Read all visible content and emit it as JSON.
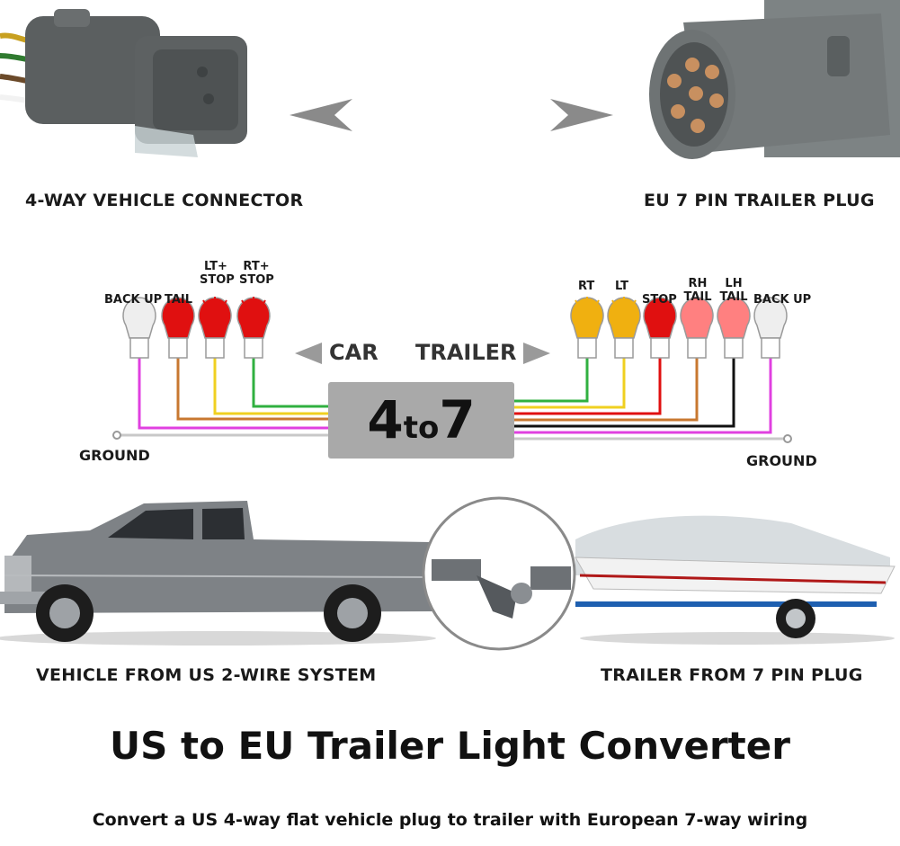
{
  "top": {
    "vehicle_connector_caption": "4-WAY VEHICLE CONNECTOR",
    "trailer_plug_caption": "EU 7 PIN TRAILER PLUG"
  },
  "wiring": {
    "car_lights": [
      {
        "label": "BACK UP",
        "color": "#e8e8e8",
        "wire": "#e040e0"
      },
      {
        "label": "TAIL",
        "color": "#e01010",
        "wire": "#c87830"
      },
      {
        "label_line1": "LT+",
        "label_line2": "STOP",
        "color": "#e01010",
        "wire": "#f0d020"
      },
      {
        "label_line1": "RT+",
        "label_line2": "STOP",
        "color": "#e01010",
        "wire": "#30b040"
      }
    ],
    "trailer_lights": [
      {
        "label": "RT",
        "color": "#f0b010",
        "wire": "#30b040"
      },
      {
        "label": "LT",
        "color": "#f0b010",
        "wire": "#f0d020"
      },
      {
        "label": "STOP",
        "color": "#e01010",
        "wire": "#e01010"
      },
      {
        "label_line1": "RH",
        "label_line2": "TAIL",
        "color": "#ff8080",
        "wire": "#c87830"
      },
      {
        "label_line1": "LH",
        "label_line2": "TAIL",
        "color": "#ff8080",
        "wire": "#111111"
      },
      {
        "label": "BACK UP",
        "color": "#e8e8e8",
        "wire": "#e040e0"
      }
    ],
    "car_arrow_label": "CAR",
    "trailer_arrow_label": "TRAILER",
    "converter_big": "4",
    "converter_small": "to",
    "converter_big2": "7",
    "ground_left": "GROUND",
    "ground_right": "GROUND"
  },
  "scene": {
    "vehicle_caption": "VEHICLE FROM US 2-WIRE SYSTEM",
    "trailer_caption": "TRAILER FROM 7 PIN PLUG"
  },
  "footer": {
    "title": "US to EU Trailer Light Converter",
    "subtitle": "Convert a US 4-way flat vehicle plug to trailer with European 7-way wiring"
  }
}
